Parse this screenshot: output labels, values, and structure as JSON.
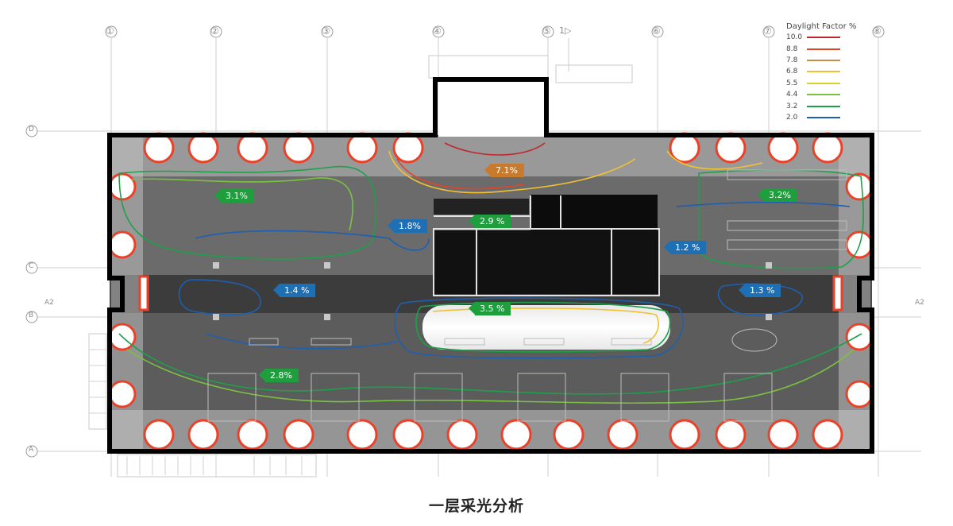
{
  "grid": {
    "columns": [
      "①",
      "②",
      "③",
      "④",
      "⑤",
      "⑥",
      "⑦",
      "⑧"
    ],
    "column_extra": "1▷",
    "rows": [
      "D",
      "C",
      "B",
      "A"
    ],
    "section_marks": [
      "A2",
      "A2"
    ]
  },
  "labels": [
    {
      "text": "3.1%",
      "color": "green"
    },
    {
      "text": "1.8%",
      "color": "blue"
    },
    {
      "text": "2.9 %",
      "color": "green"
    },
    {
      "text": "7.1%",
      "color": "orange"
    },
    {
      "text": "1.2 %",
      "color": "blue"
    },
    {
      "text": "3.2%",
      "color": "green"
    },
    {
      "text": "1.4 %",
      "color": "blue"
    },
    {
      "text": "3.5 %",
      "color": "green"
    },
    {
      "text": "1.3 %",
      "color": "blue"
    },
    {
      "text": "2.8%",
      "color": "green"
    }
  ],
  "legend": {
    "title": "Daylight Factor %",
    "items": [
      {
        "value": "10.0",
        "color": "#c0262d"
      },
      {
        "value": "8.8",
        "color": "#e0452a"
      },
      {
        "value": "7.8",
        "color": "#c98a4a"
      },
      {
        "value": "6.8",
        "color": "#f2c233"
      },
      {
        "value": "5.5",
        "color": "#d6d22c"
      },
      {
        "value": "4.4",
        "color": "#7cc242"
      },
      {
        "value": "3.2",
        "color": "#1ea04a"
      },
      {
        "value": "2.0",
        "color": "#1f5fb0"
      }
    ]
  },
  "caption": "一层采光分析"
}
